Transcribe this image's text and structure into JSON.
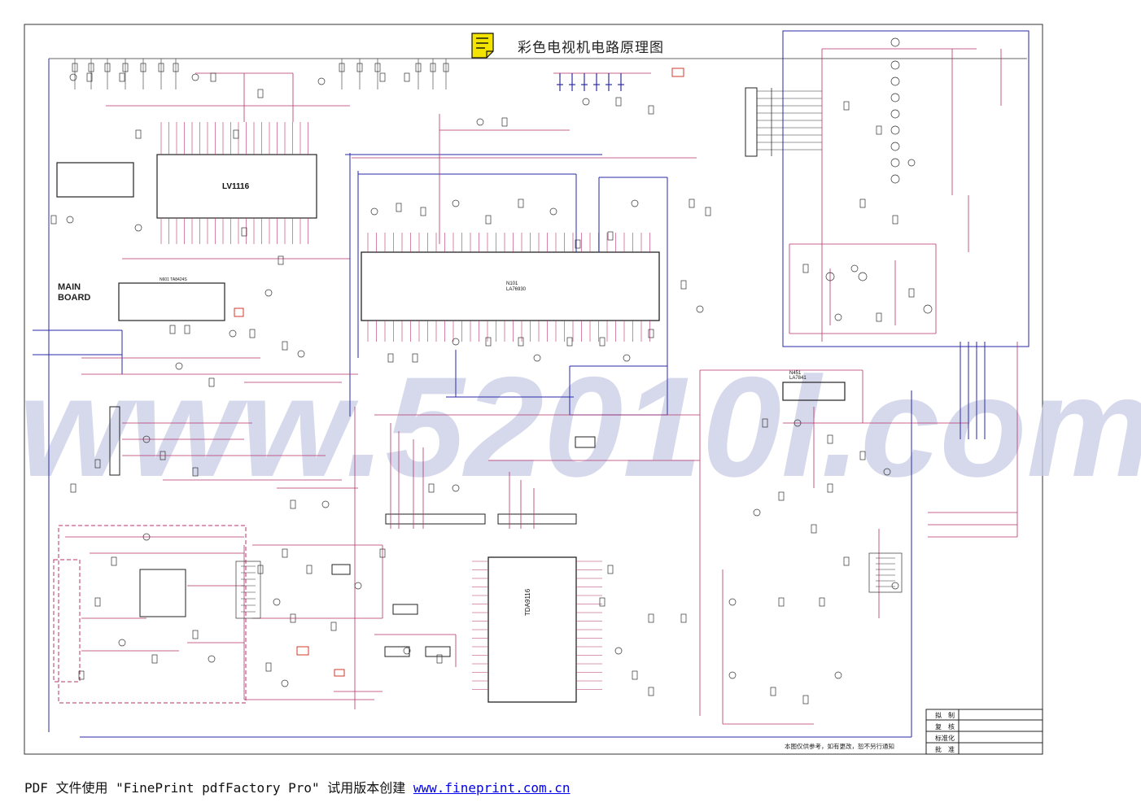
{
  "title": "彩色电视机电路原理图",
  "board_label": [
    "MAIN",
    "BOARD"
  ],
  "chips": {
    "lv1116": "LV1116",
    "n101": "N101",
    "la76930": "LA76930",
    "tda9116": "TDA9116",
    "n451": "N451",
    "la7841": "LA7841",
    "tda6": "N601   TA8424S"
  },
  "title_block": {
    "rows": [
      "拟　制",
      "复　核",
      "标准化",
      "批　准"
    ]
  },
  "note": "本图仅供参考，如有更改，恕不另行通知",
  "watermark": "www.52010l.com",
  "footer": {
    "prefix": "PDF 文件使用 \"FinePrint pdfFactory Pro\" 试用版本创建 ",
    "link": "www.fineprint.com.cn"
  },
  "colors": {
    "wire_magenta": "#b8336a",
    "wire_blue": "#2a2aa8",
    "watermark": "#c9cde6",
    "note_box_red": "#d23a2a",
    "icon_yellow": "#f3e300"
  }
}
